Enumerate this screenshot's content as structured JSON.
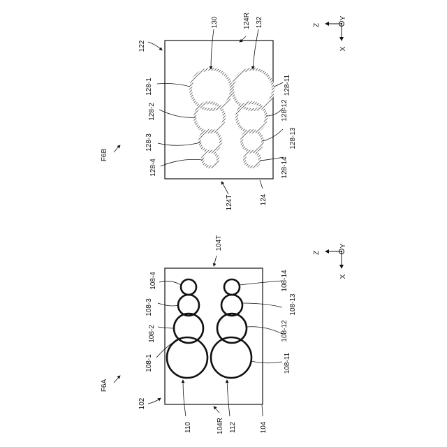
{
  "figure_a": {
    "figure_label": "F6A",
    "labels": {
      "frame": "102",
      "top_edge": "104T",
      "bottom_edge": "104",
      "right_edge": "104R",
      "group_left": "110",
      "group_right": "112"
    },
    "rings_left": [
      "108-1",
      "108-2",
      "108-3",
      "108-4"
    ],
    "rings_right": [
      "108-11",
      "108-12",
      "108-13",
      "108-14"
    ],
    "axes": {
      "z": "Z",
      "y": "Y",
      "x": "X"
    },
    "ring_style": "solid"
  },
  "figure_b": {
    "figure_label": "F6B",
    "labels": {
      "frame": "122",
      "top_edge": "124T",
      "bottom_edge": "124",
      "right_edge": "124R",
      "group_left": "130",
      "group_right": "132"
    },
    "rings_left": [
      "128-1",
      "128-2",
      "128-3",
      "128-4"
    ],
    "rings_right": [
      "128-11",
      "128-12",
      "128-13",
      "128-14"
    ],
    "axes": {
      "z": "Z",
      "y": "Y",
      "x": "X"
    },
    "ring_style": "hatched"
  }
}
